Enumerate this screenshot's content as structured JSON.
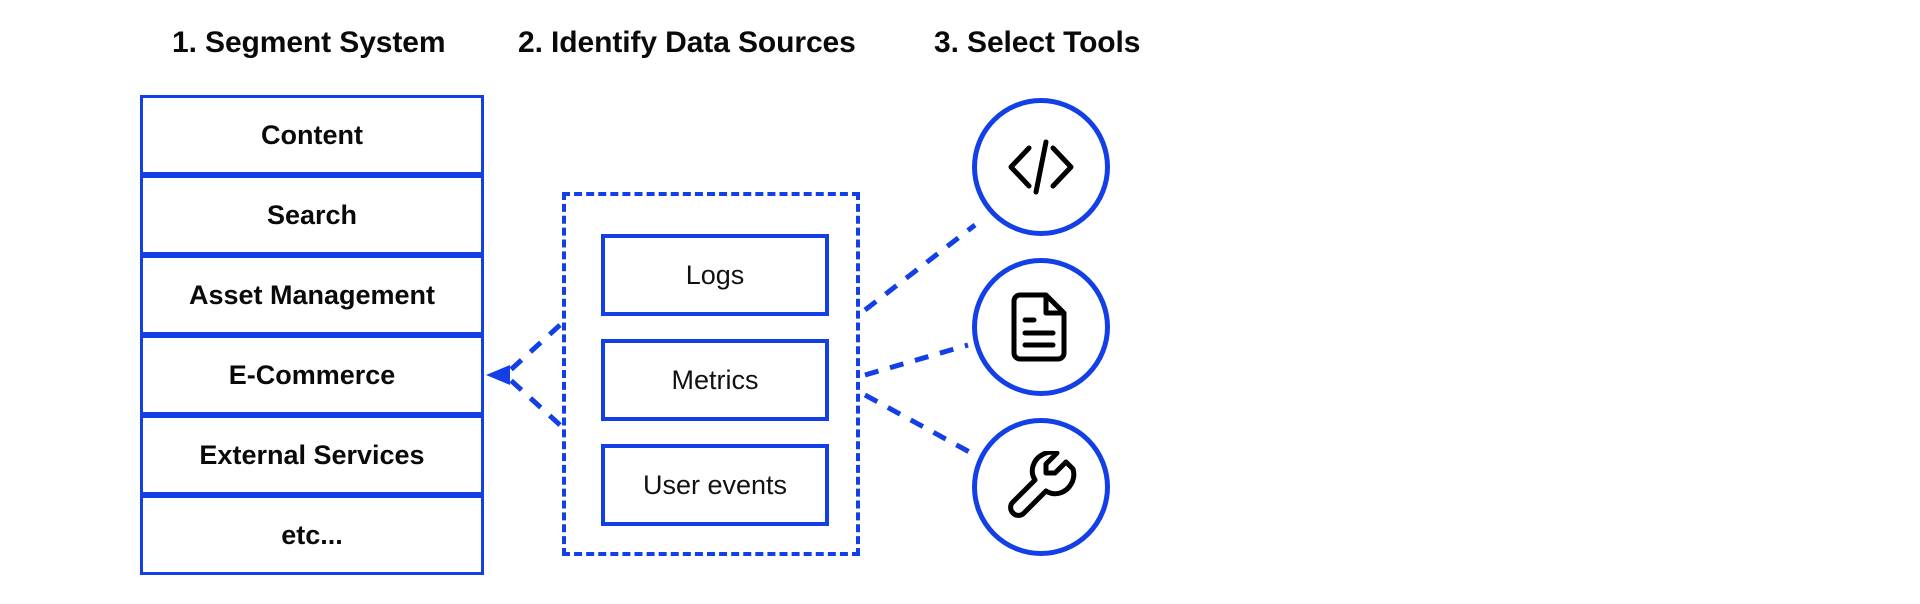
{
  "headings": [
    {
      "id": "heading-1",
      "label": "1. Segment System"
    },
    {
      "id": "heading-2",
      "label": "2. Identify Data Sources"
    },
    {
      "id": "heading-3",
      "label": "3. Select Tools"
    }
  ],
  "segment_system": {
    "items": [
      {
        "label": "Content"
      },
      {
        "label": "Search"
      },
      {
        "label": "Asset Management"
      },
      {
        "label": "E-Commerce"
      },
      {
        "label": "External Services"
      },
      {
        "label": "etc..."
      }
    ]
  },
  "data_sources": {
    "items": [
      {
        "label": "Logs"
      },
      {
        "label": "Metrics"
      },
      {
        "label": "User events"
      }
    ]
  },
  "tools": {
    "items": [
      {
        "icon": "code-icon"
      },
      {
        "icon": "document-icon"
      },
      {
        "icon": "wrench-icon"
      }
    ]
  },
  "colors": {
    "accent_blue": "#1240e6",
    "text_black": "#0a0a0a",
    "background": "#ffffff"
  }
}
